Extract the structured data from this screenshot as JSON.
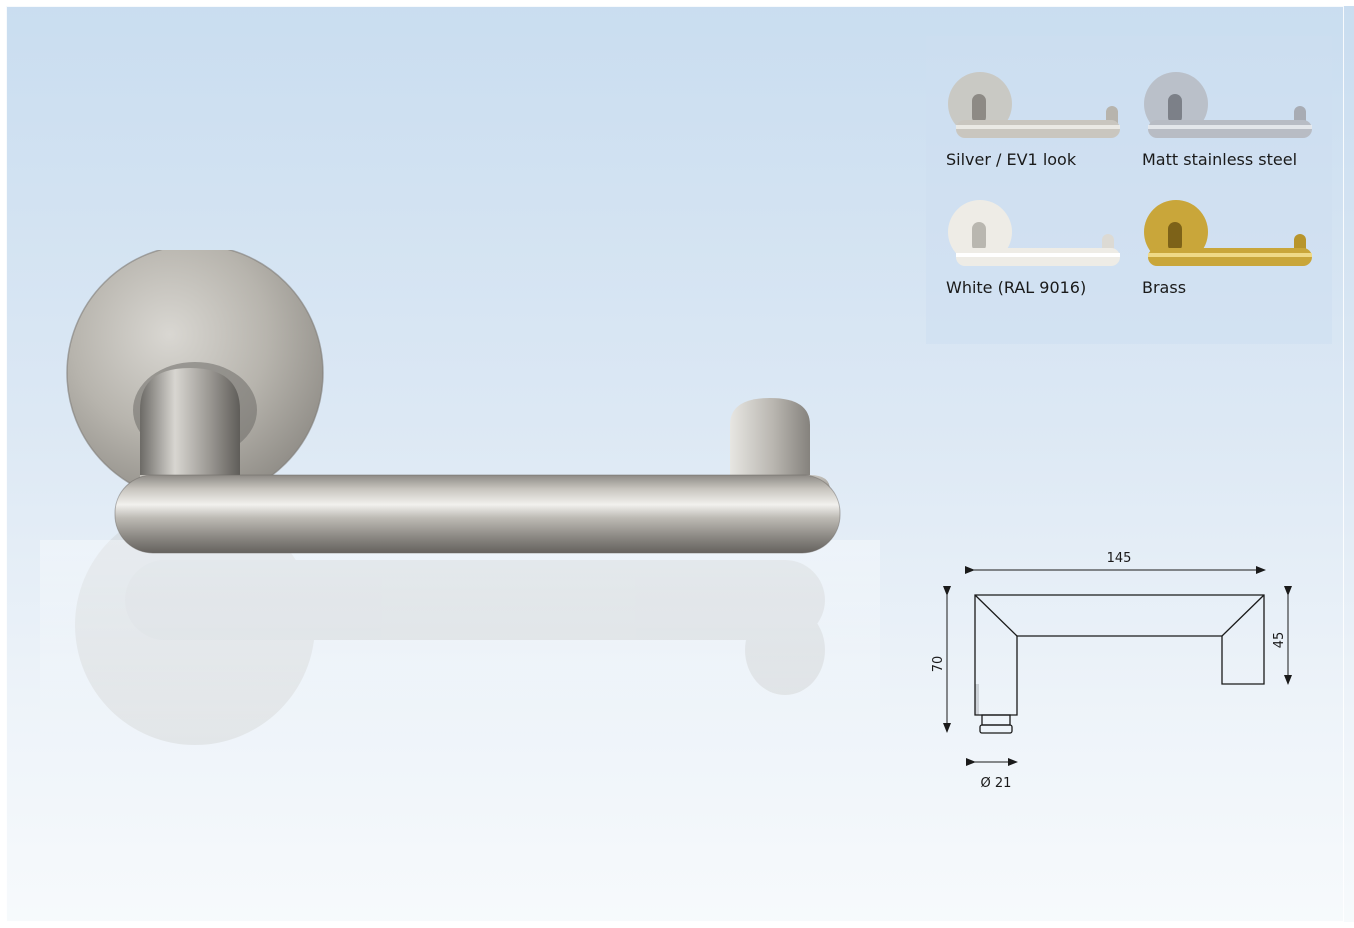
{
  "finishes": [
    {
      "label": "Silver / EV1 look",
      "tone": "#c9c6bf",
      "icon": "lever-handle-silver-icon"
    },
    {
      "label": "Matt stainless steel",
      "tone": "#b8bcc4",
      "icon": "lever-handle-matt-steel-icon"
    },
    {
      "label": "White (RAL 9016)",
      "tone": "#eeece6",
      "icon": "lever-handle-white-icon"
    },
    {
      "label": "Brass",
      "tone": "#c9a63a",
      "icon": "lever-handle-brass-icon"
    }
  ],
  "dimensions": {
    "length": "145",
    "height": "70",
    "projection": "45",
    "diameter": "Ø 21"
  },
  "colors": {
    "background_top": "#c9ddf0",
    "background_bottom": "#f7fafc",
    "line": "#1a1a1a"
  }
}
